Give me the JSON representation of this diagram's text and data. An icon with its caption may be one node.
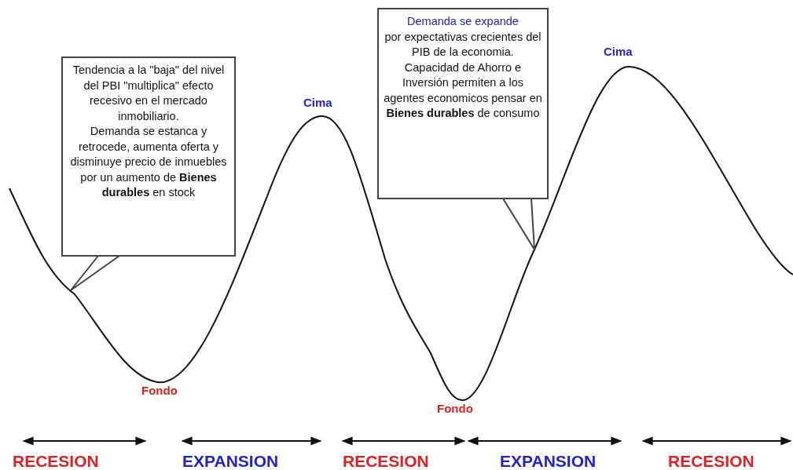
{
  "diagram": {
    "nodes": [
      {
        "text": [
          "Tendencia a la \"baja\" del nivel del PBI \"multiplica\" efecto recesivo en el mercado inmobiliario.",
          "Demanda se estanca y retrocede, aumenta oferta y disminuye precio de inmuebles por un aumento de **Bienes durables** en stock"
        ]
      },
      {
        "text": [
          "Demanda se expande",
          "por expectativas crecientes del PIB de la economia. Capacidad de Ahorro e Inversión permiten a los agentes economicos pensar en **Bienes durables** de consumo"
        ]
      }
    ],
    "edges": [
      {
        "from": 0,
        "to": null,
        "arrow": "none"
      },
      {
        "from": 1,
        "to": null,
        "arrow": "none"
      }
    ],
    "labels": [
      "Cima",
      "Cima",
      "Fondo",
      "Fondo",
      "RECESION",
      "EXPANSION",
      "RECESION",
      "EXPANSION",
      "RECESION"
    ]
  }
}
